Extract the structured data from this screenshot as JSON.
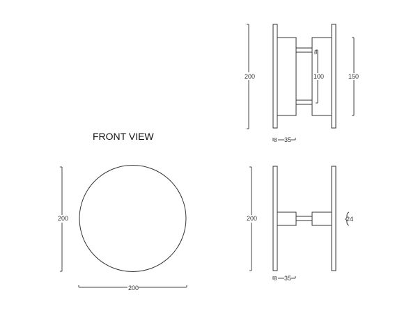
{
  "drawing": {
    "front_view": {
      "title": "FRONT VIEW",
      "shape": "circle",
      "dim_height": "200",
      "dim_width": "200"
    },
    "side_view_top": {
      "dim_height": "200",
      "dim_inner": "100",
      "dim_block": "150",
      "dim_offset_small": "8",
      "dim_plate": "8",
      "dim_depth": "35"
    },
    "side_view_bottom": {
      "dim_height": "200",
      "dim_block": "24",
      "dim_plate": "8",
      "dim_depth": "35"
    },
    "colors": {
      "line": "#444444",
      "background": "#ffffff"
    }
  }
}
